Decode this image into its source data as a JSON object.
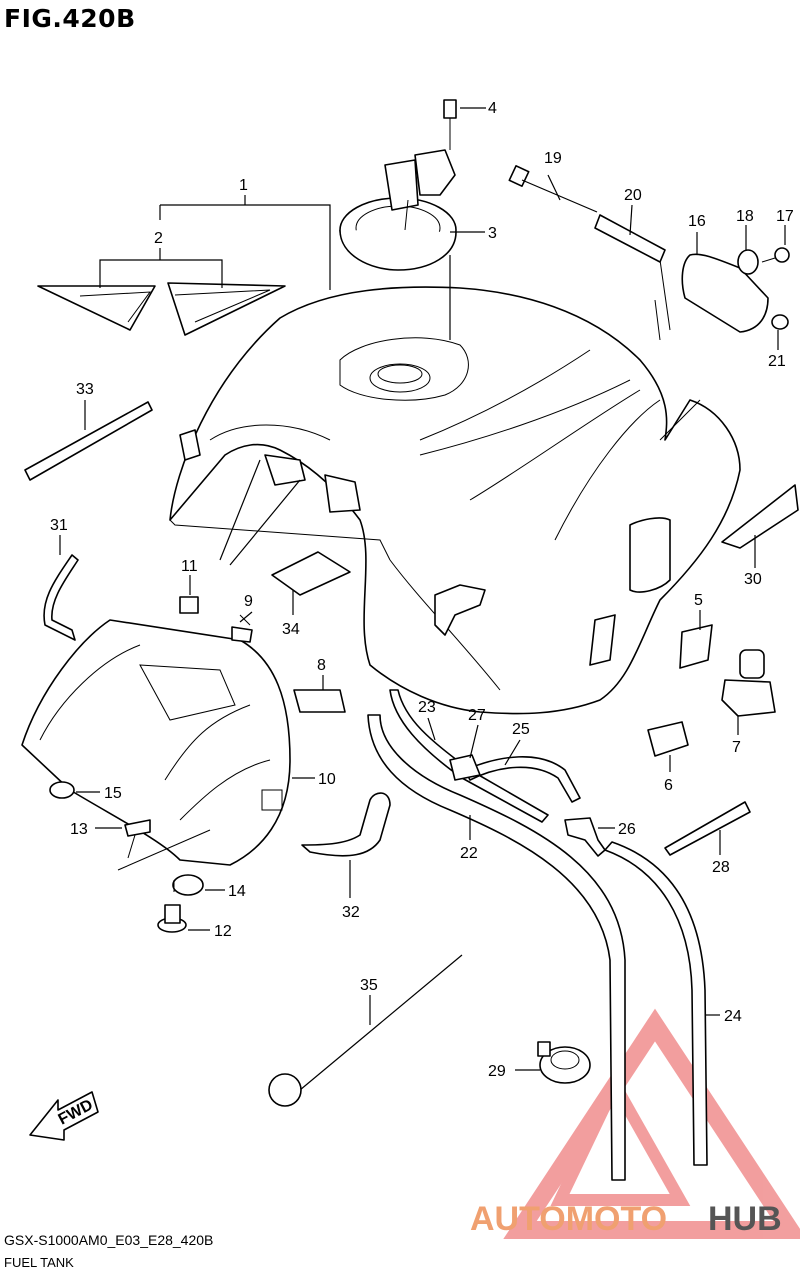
{
  "figure": {
    "title": "FIG.420B",
    "model_code": "GSX-S1000AM0_E03_E28_420B",
    "subtitle": "FUEL TANK",
    "fwd_label": "FWD"
  },
  "watermark": {
    "part1": "AUTOMOTO",
    "part2": "HUB",
    "color_part1": "#f0a070",
    "color_part2": "#555555",
    "triangle_color": "#e85050"
  },
  "callouts": [
    "1",
    "2",
    "3",
    "4",
    "5",
    "6",
    "7",
    "8",
    "9",
    "10",
    "11",
    "12",
    "13",
    "14",
    "15",
    "16",
    "17",
    "18",
    "19",
    "20",
    "21",
    "22",
    "23",
    "24",
    "25",
    "26",
    "27",
    "28",
    "29",
    "30",
    "31",
    "32",
    "33",
    "34",
    "35"
  ]
}
